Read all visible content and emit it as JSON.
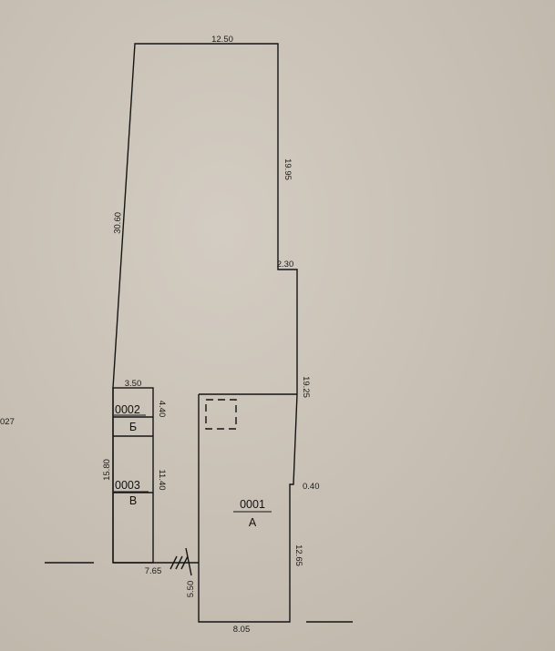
{
  "plan": {
    "dimensions": {
      "top": "12.50",
      "left_long": "30.60",
      "right_upper": "19.95",
      "step": "2.30",
      "right_mid": "19.25",
      "small_top": "3.50",
      "small_upper_side": "4.40",
      "left_lower": "15.80",
      "small_lower_side": "11.40",
      "bottom_left": "7.65",
      "offset": "0.40",
      "right_lower": "12.65",
      "gate": "5.50",
      "bottom_right": "8.05",
      "edge_fragment": "027"
    },
    "buildings": [
      {
        "number": "0002",
        "letter": "Б"
      },
      {
        "number": "0003",
        "letter": "В"
      },
      {
        "number": "0001",
        "letter": "А"
      }
    ]
  }
}
